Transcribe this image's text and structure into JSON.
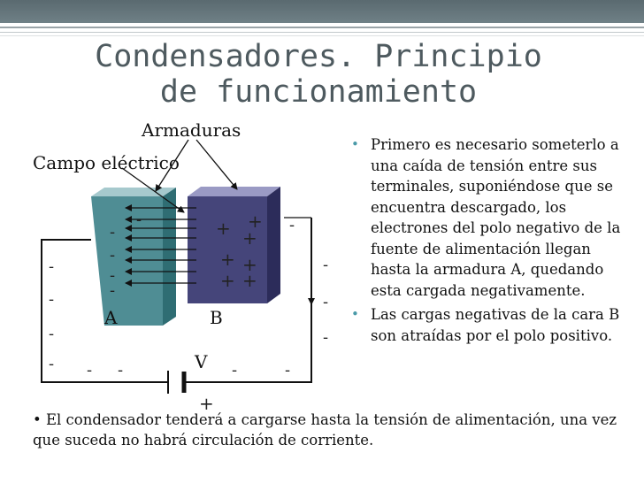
{
  "slide": {
    "title": "Condensadores. Principio de funcionamiento"
  },
  "diagram": {
    "label_armaduras": "Armaduras",
    "label_campo": "Campo eléctrico",
    "label_a": "A",
    "label_b": "B",
    "label_v": "V",
    "plate_a_color": "#4f8d94",
    "plate_b_color": "#45457a",
    "minus": "-",
    "plus": "+"
  },
  "bullets": [
    "Primero es necesario someterlo a una caída de tensión entre sus terminales, suponiéndose que se encuentra descargado, los electrones del polo negativo de la fuente de alimentación llegan hasta la armadura A, quedando esta cargada negativamente.",
    "Las cargas negativas de la cara B son atraídas por el polo positivo."
  ],
  "footer": "• El condensador tenderá a cargarse hasta la tensión de alimentación, una vez que suceda no habrá circulación de corriente."
}
